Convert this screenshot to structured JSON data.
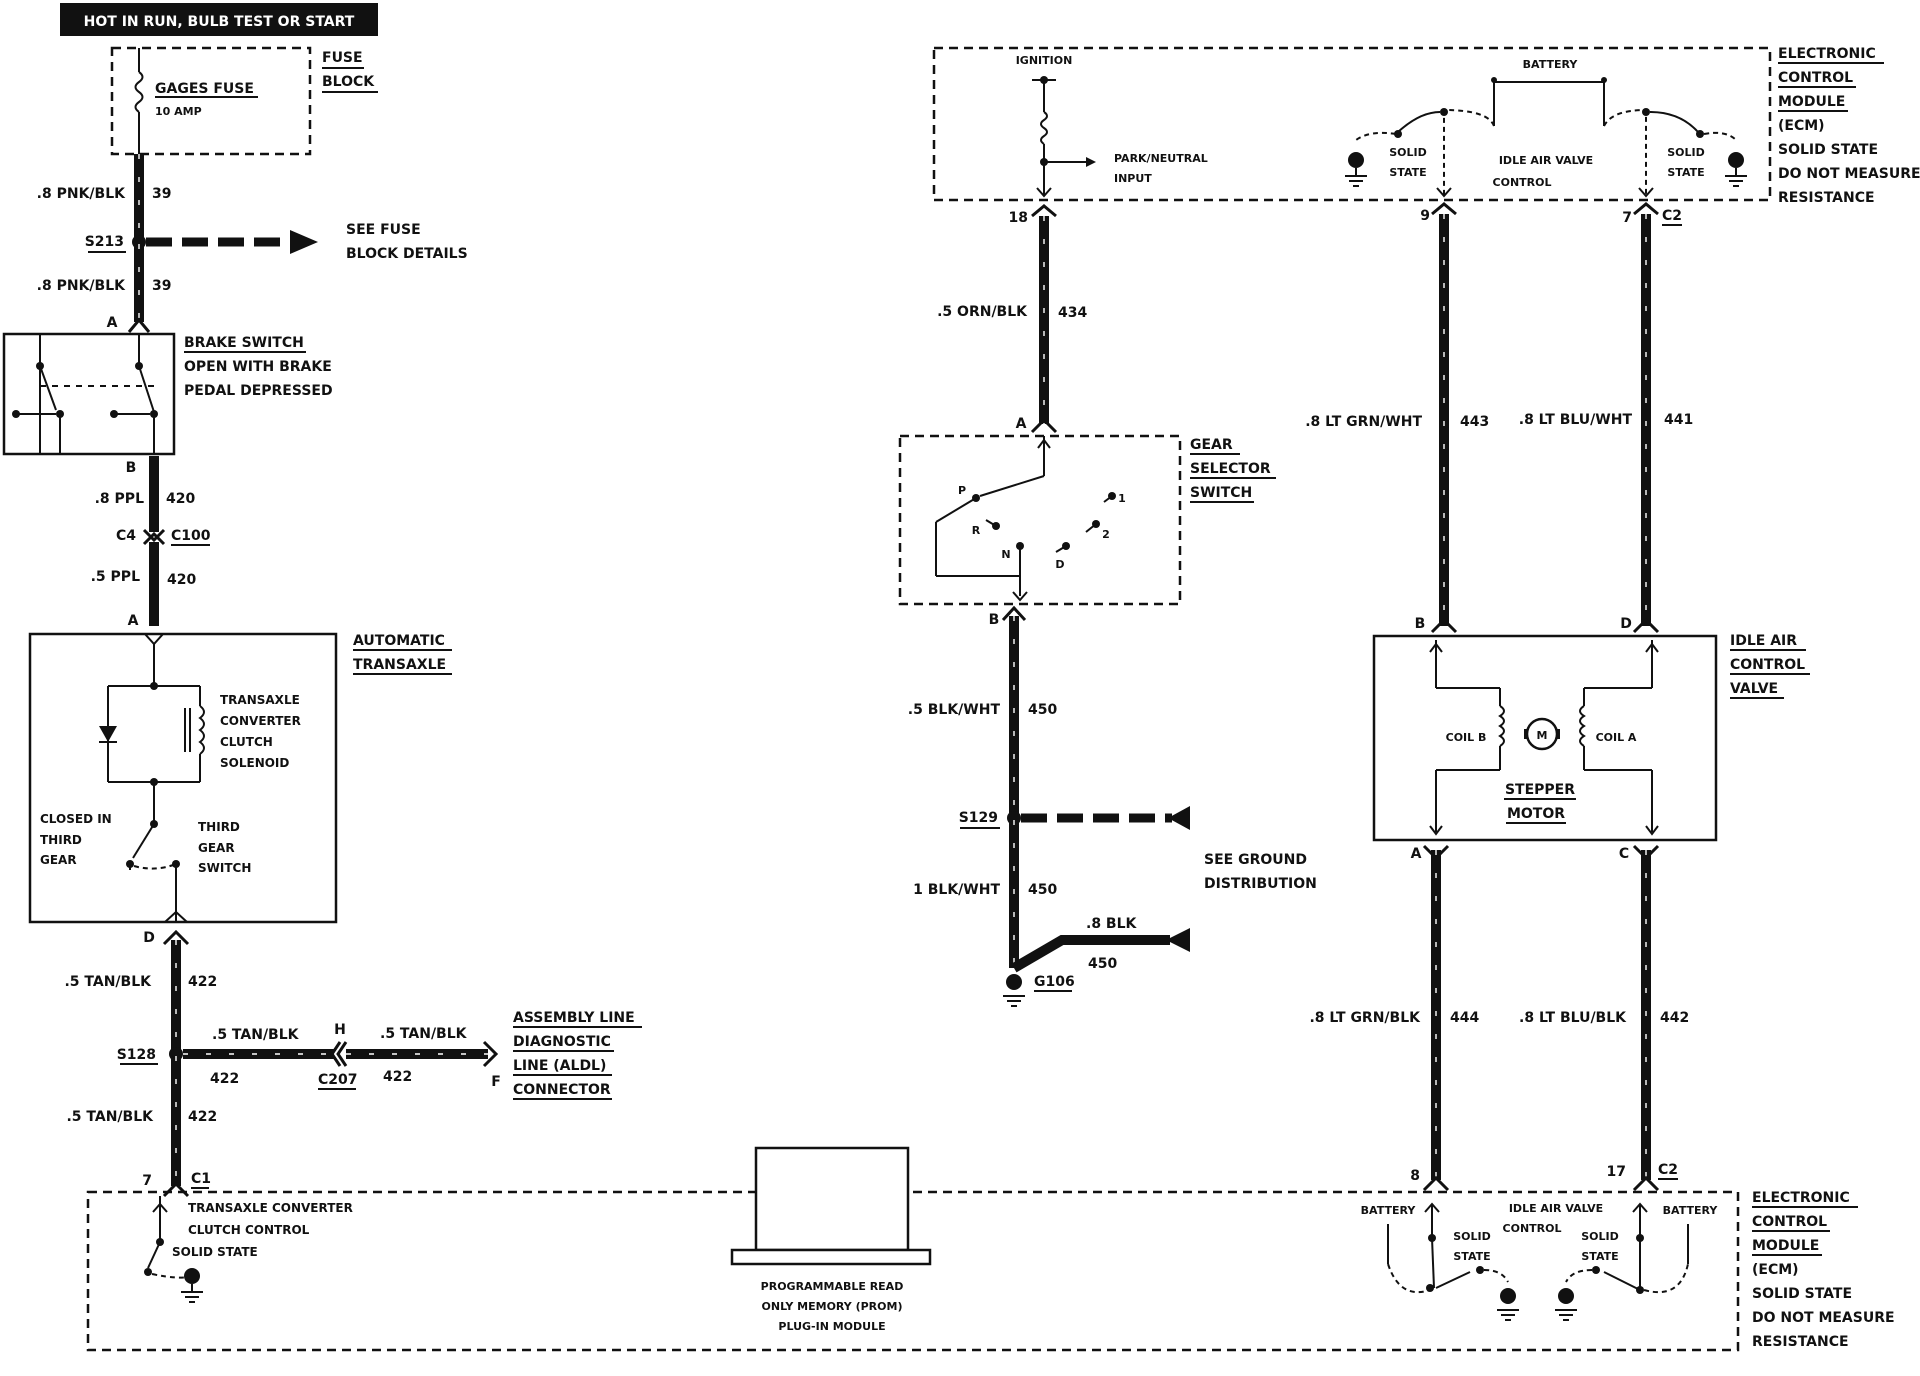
{
  "header": {
    "banner": "HOT IN RUN, BULB TEST OR START"
  },
  "fuse_block": {
    "label_1": "FUSE",
    "label_2": "BLOCK",
    "fuse_name": "GAGES FUSE",
    "fuse_rating": "10 AMP"
  },
  "wires": {
    "w1_gauge": ".8 PNK/BLK",
    "w1_num": "39",
    "splice_s213": "S213",
    "see_fuse_1": "SEE FUSE",
    "see_fuse_2": "BLOCK DETAILS",
    "w2_gauge": ".8 PNK/BLK",
    "w2_num": "39",
    "w3_gauge": ".8 PPL",
    "w3_num": "420",
    "c4": "C4",
    "c100": "C100",
    "w4_gauge": ".5 PPL",
    "w4_num": "420",
    "w5_gauge": ".5 TAN/BLK",
    "w5_num": "422",
    "splice_s128": "S128",
    "w6_gauge": ".5 TAN/BLK",
    "w6_num": "422",
    "w7_gauge": ".5 TAN/BLK",
    "w7_num": "422",
    "c207_h": "H",
    "c207": "C207",
    "w8_gauge": ".5 TAN/BLK",
    "w8_num": "422",
    "aldl_f": "F",
    "c1_pin": "7",
    "c1": "C1",
    "w434_gauge": ".5 ORN/BLK",
    "w434_num": "434",
    "w450a_gauge": ".5 BLK/WHT",
    "w450a_num": "450",
    "splice_s129": "S129",
    "see_ground_1": "SEE GROUND",
    "see_ground_2": "DISTRIBUTION",
    "w450b_gauge": "1 BLK/WHT",
    "w450b_num": "450",
    "w450c_gauge": ".8 BLK",
    "w450c_num": "450",
    "g106": "G106",
    "w443_gauge": ".8 LT GRN/WHT",
    "w443_num": "443",
    "w441_gauge": ".8 LT BLU/WHT",
    "w441_num": "441",
    "w444_gauge": ".8 LT GRN/BLK",
    "w444_num": "444",
    "w442_gauge": ".8 LT BLU/BLK",
    "w442_num": "442"
  },
  "brake_switch": {
    "title": "BRAKE SWITCH",
    "line2": "OPEN WITH BRAKE",
    "line3": "PEDAL DEPRESSED",
    "pin_a": "A",
    "pin_b": "B"
  },
  "transaxle": {
    "title_1": "AUTOMATIC",
    "title_2": "TRANSAXLE",
    "pin_a": "A",
    "pin_d": "D",
    "sol_1": "TRANSAXLE",
    "sol_2": "CONVERTER",
    "sol_3": "CLUTCH",
    "sol_4": "SOLENOID",
    "closed_1": "CLOSED IN",
    "closed_2": "THIRD",
    "closed_3": "GEAR",
    "tgs_1": "THIRD",
    "tgs_2": "GEAR",
    "tgs_3": "SWITCH"
  },
  "aldl": {
    "line1": "ASSEMBLY LINE",
    "line2": "DIAGNOSTIC",
    "line3": "LINE (ALDL)",
    "line4": "CONNECTOR"
  },
  "ecm_top": {
    "ignition": "IGNITION",
    "park_1": "PARK/NEUTRAL",
    "park_2": "INPUT",
    "battery": "BATTERY",
    "ss_l_1": "SOLID",
    "ss_l_2": "STATE",
    "iac_1": "IDLE AIR VALVE",
    "iac_2": "CONTROL",
    "ss_r_1": "SOLID",
    "ss_r_2": "STATE",
    "pin_18": "18",
    "pin_9": "9",
    "pin_7": "7",
    "c2": "C2",
    "label_1": "ELECTRONIC",
    "label_2": "CONTROL",
    "label_3": "MODULE",
    "label_4": "(ECM)",
    "label_5": "SOLID STATE",
    "label_6": "DO NOT MEASURE",
    "label_7": "RESISTANCE"
  },
  "gear_selector": {
    "label_1": "GEAR",
    "label_2": "SELECTOR",
    "label_3": "SWITCH",
    "pin_a": "A",
    "pin_b": "B",
    "pos_p": "P",
    "pos_r": "R",
    "pos_n": "N",
    "pos_d": "D",
    "pos_2": "2",
    "pos_1": "1"
  },
  "iacv": {
    "label_1": "IDLE AIR",
    "label_2": "CONTROL",
    "label_3": "VALVE",
    "pin_b": "B",
    "pin_d": "D",
    "pin_a": "A",
    "pin_c": "C",
    "coil_b": "COIL B",
    "coil_a": "COIL A",
    "motor_m": "M",
    "stepper_1": "STEPPER",
    "stepper_2": "MOTOR"
  },
  "ecm_bottom": {
    "tcc_1": "TRANSAXLE CONVERTER",
    "tcc_2": "CLUTCH CONTROL",
    "tcc_3": "SOLID STATE",
    "prom_1": "PROGRAMMABLE READ",
    "prom_2": "ONLY MEMORY (PROM)",
    "prom_3": "PLUG-IN MODULE",
    "battery_l": "BATTERY",
    "battery_r": "BATTERY",
    "ss_l_1": "SOLID",
    "ss_l_2": "STATE",
    "iac_1": "IDLE AIR VALVE",
    "iac_2": "CONTROL",
    "ss_r_1": "SOLID",
    "ss_r_2": "STATE",
    "pin_8": "8",
    "pin_17": "17",
    "c2": "C2",
    "label_1": "ELECTRONIC",
    "label_2": "CONTROL",
    "label_3": "MODULE",
    "label_4": "(ECM)",
    "label_5": "SOLID STATE",
    "label_6": "DO NOT MEASURE",
    "label_7": "RESISTANCE"
  }
}
